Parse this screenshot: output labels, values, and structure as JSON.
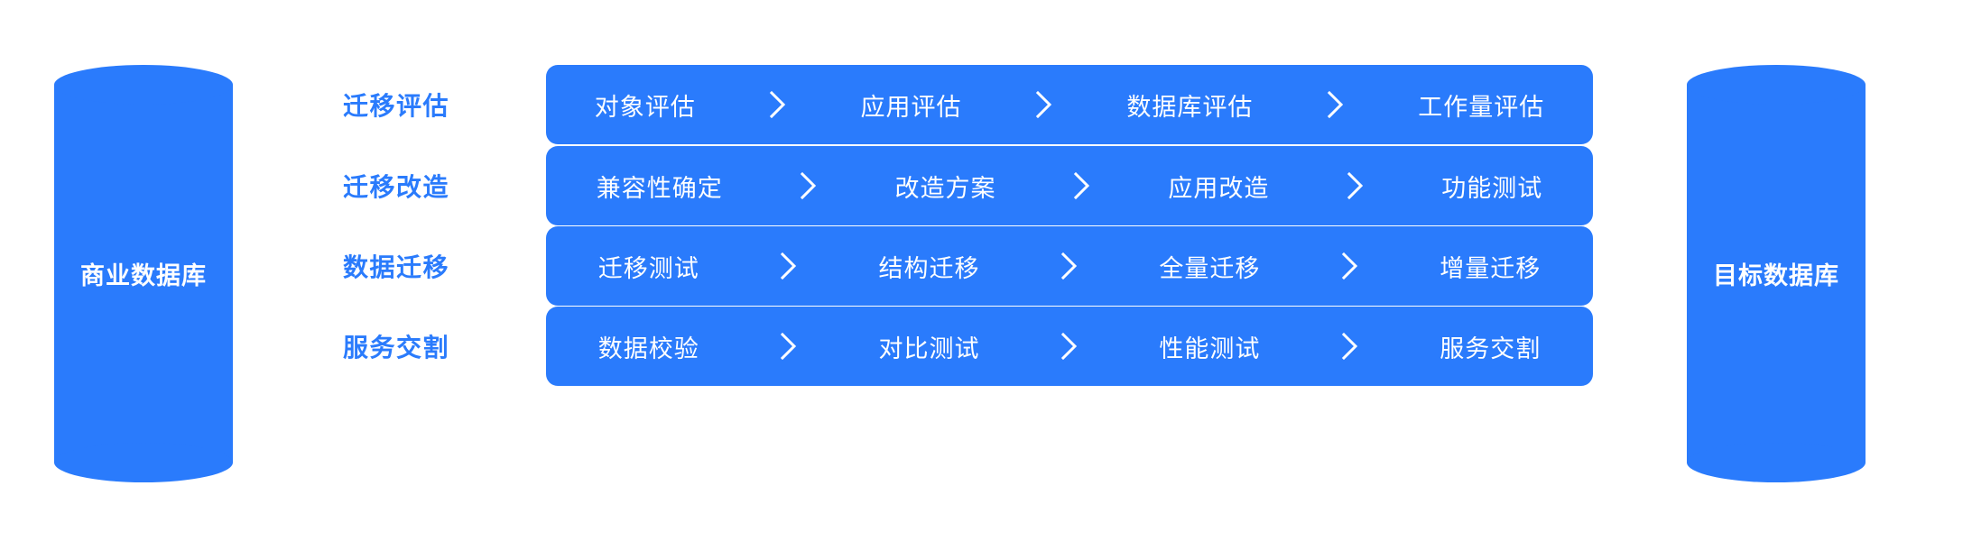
{
  "theme": {
    "accent": "#2A7BFC",
    "background": "#FFFFFF",
    "pill_text": "#FFFFFF",
    "label_text": "#2A7BFC"
  },
  "source_db": {
    "label": "商业数据库",
    "icon": "database-cylinder-icon"
  },
  "target_db": {
    "label": "目标数据库",
    "icon": "database-cylinder-icon"
  },
  "separator_icon": "chevron-right-icon",
  "phases": [
    {
      "label": "迁移评估",
      "steps": [
        "对象评估",
        "应用评估",
        "数据库评估",
        "工作量评估"
      ]
    },
    {
      "label": "迁移改造",
      "steps": [
        "兼容性确定",
        "改造方案",
        "应用改造",
        "功能测试"
      ]
    },
    {
      "label": "数据迁移",
      "steps": [
        "迁移测试",
        "结构迁移",
        "全量迁移",
        "增量迁移"
      ]
    },
    {
      "label": "服务交割",
      "steps": [
        "数据校验",
        "对比测试",
        "性能测试",
        "服务交割"
      ]
    }
  ]
}
